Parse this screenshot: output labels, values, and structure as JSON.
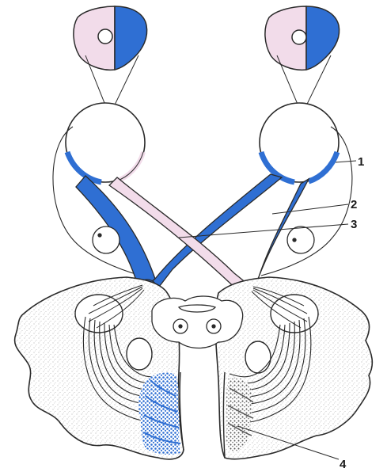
{
  "labels": {
    "one": "1",
    "two": "2",
    "three": "3",
    "four": "4"
  },
  "colors": {
    "blue": "#2f6fd3",
    "pink": "#f2dcea",
    "ink": "#2a2a2a",
    "stipple": "#9a9a9a"
  }
}
